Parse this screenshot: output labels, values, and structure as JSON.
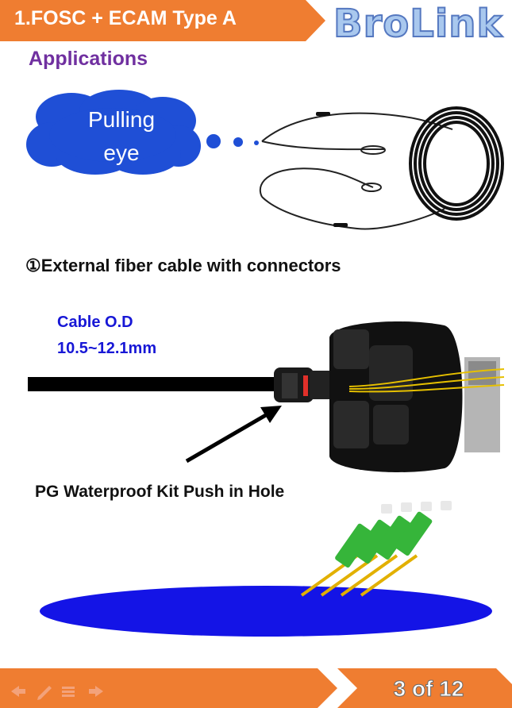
{
  "header": {
    "title": "1.FOSC + ECAM Type  A",
    "logo_text": "BroLink"
  },
  "section": {
    "subtitle": "Applications",
    "callout": {
      "line1": "Pulling",
      "line2": "eye"
    },
    "heading": "①External fiber cable with connectors",
    "cable_od_label": "Cable O.D",
    "cable_od_value": "10.5~12.1mm",
    "kit_caption": "PG Waterproof Kit Push in Hole"
  },
  "footer": {
    "page_indicator": "3 of 12",
    "nav_icons": [
      "arrow-left-icon",
      "pen-icon",
      "menu-icon",
      "arrow-right-icon"
    ]
  },
  "colors": {
    "accent_orange": "#ef7d31",
    "subtitle_purple": "#7030a0",
    "cloud_blue": "#1f4fd6",
    "label_blue": "#1717d6",
    "ellipse_blue": "#1414e6",
    "connector_green": "#36b53a"
  }
}
